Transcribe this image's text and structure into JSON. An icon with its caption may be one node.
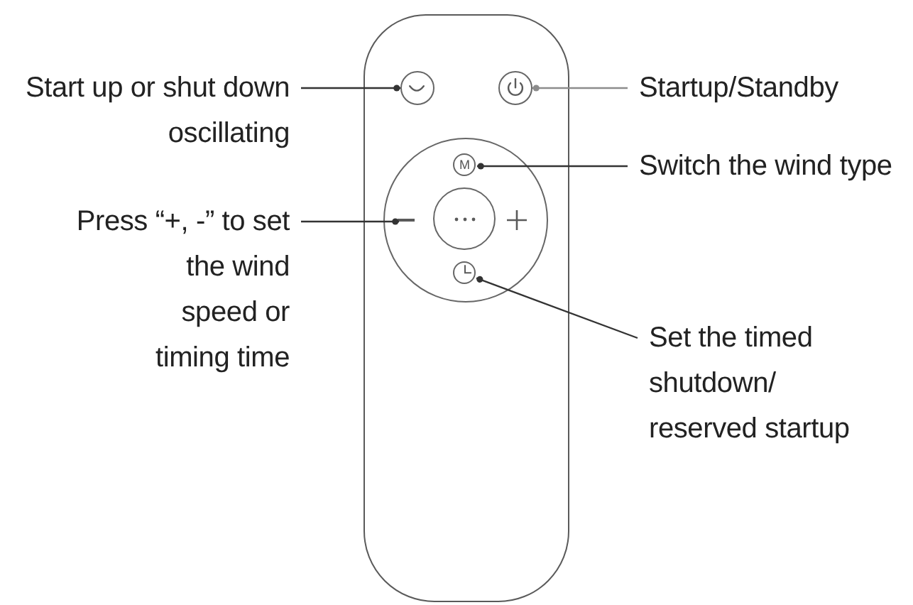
{
  "diagram": {
    "nodes": [
      {
        "text": [
          "Start up or shut down oscillating"
        ]
      },
      {
        "text": [],
        "shape": "box"
      },
      {
        "text": [],
        "shape": "circle",
        "in": 1
      },
      {
        "text": [],
        "shape": "circle",
        "in": 1
      },
      {
        "text": [
          "Startup/Standby"
        ]
      },
      {
        "text": [],
        "shape": "circle",
        "in": 1
      },
      {
        "text": [
          "M"
        ],
        "in": 5
      },
      {
        "text": [
          "Switch the wind type"
        ]
      },
      {
        "text": [
          "Press “+, -” to set the wind speed or timing time"
        ]
      },
      {
        "text": [],
        "shape": "bar",
        "in": 5
      },
      {
        "text": [],
        "shape": "circle",
        "in": 5
      },
      {
        "text": [],
        "shape": "cross",
        "in": 5
      },
      {
        "text": [],
        "shape": "circle",
        "in": 5
      },
      {
        "text": [
          "Set the timed shutdown/ reserved startup"
        ]
      }
    ],
    "edges": [
      {
        "from": 0,
        "to": 2,
        "arrow": "other"
      },
      {
        "from": 4,
        "to": 3,
        "arrow": "other",
        "color": "#8c8c8c"
      },
      {
        "from": 7,
        "to": 6,
        "arrow": "other"
      },
      {
        "from": 8,
        "to": 9,
        "arrow": "other"
      },
      {
        "from": 13,
        "to": 12,
        "arrow": "other"
      }
    ]
  }
}
